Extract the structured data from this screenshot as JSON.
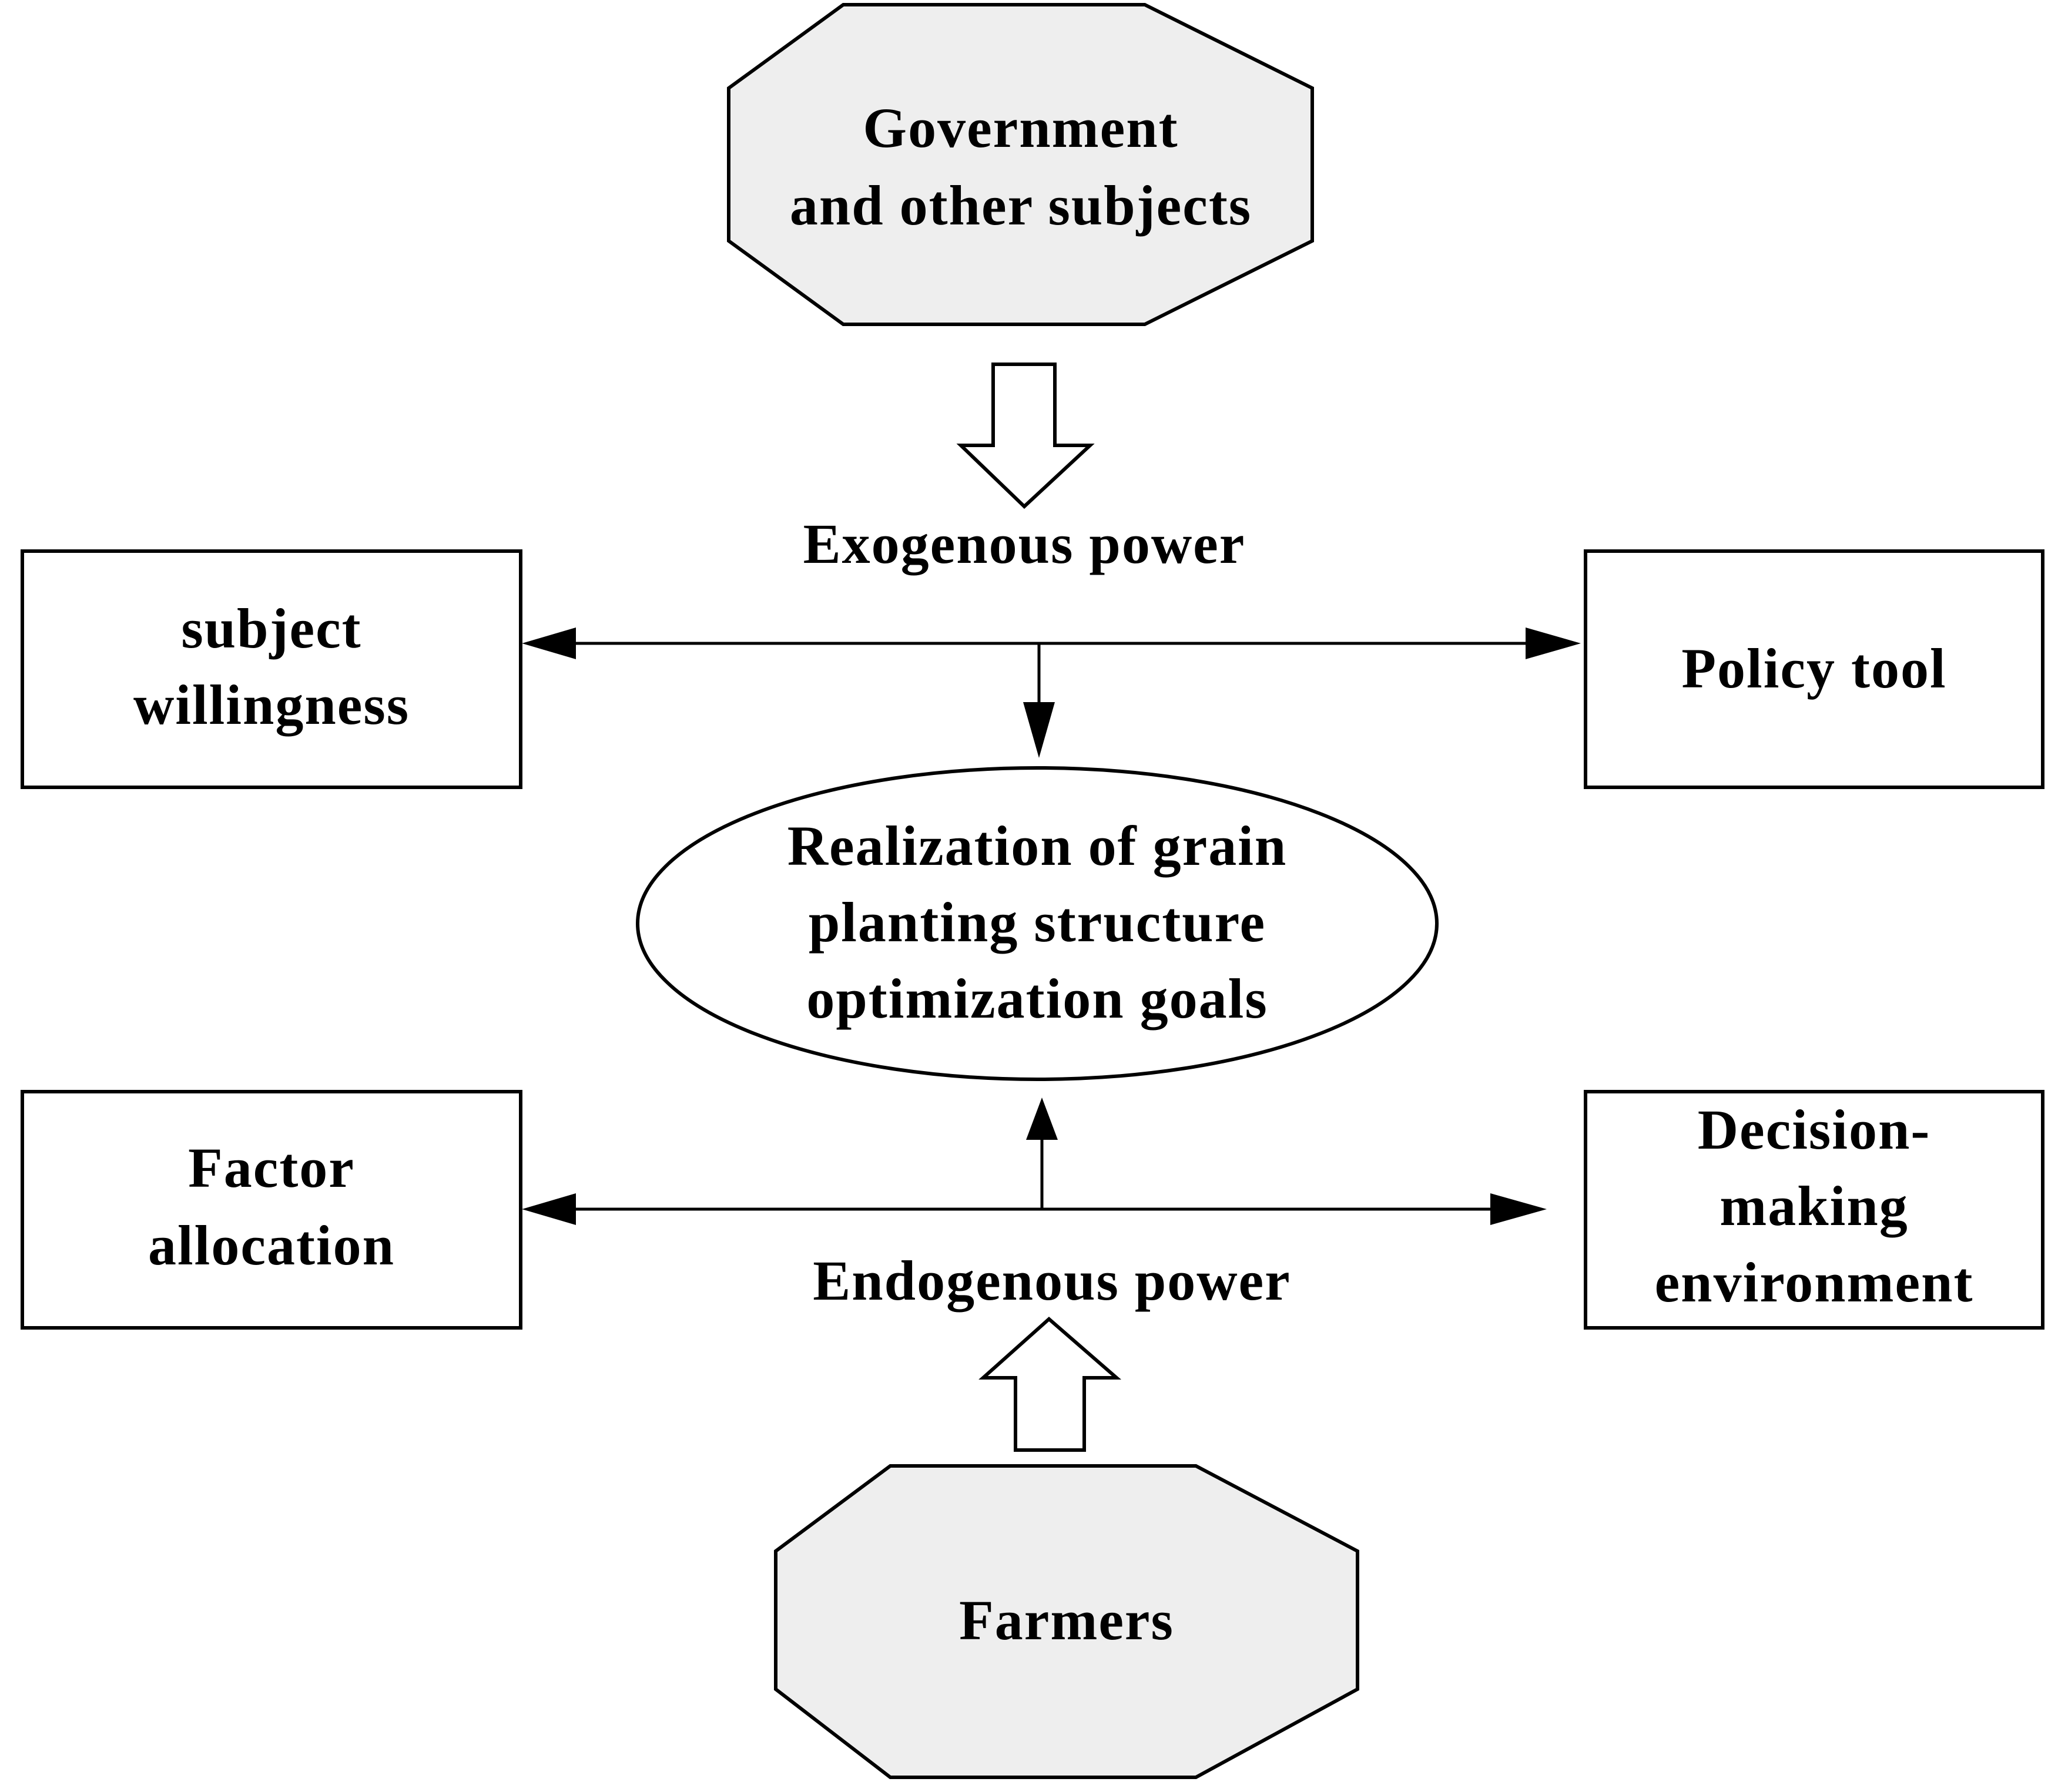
{
  "nodes": {
    "government": {
      "lines": [
        "Government",
        "and other subjects"
      ]
    },
    "farmers": {
      "lines": [
        "Farmers"
      ]
    },
    "goal": {
      "lines": [
        "Realization of grain",
        "planting structure",
        "optimization goals"
      ]
    },
    "subject_willingness": {
      "lines": [
        "subject",
        "willingness"
      ]
    },
    "policy_tool": {
      "lines": [
        "Policy tool"
      ]
    },
    "factor_allocation": {
      "lines": [
        "Factor",
        "allocation"
      ]
    },
    "decision_environment": {
      "lines": [
        "Decision-",
        "making",
        "environment"
      ]
    }
  },
  "labels": {
    "exogenous": "Exogenous power",
    "endogenous": "Endogenous power"
  },
  "colors": {
    "octagon_fill": "#eeeeee",
    "stroke": "#000000",
    "background": "#ffffff"
  }
}
